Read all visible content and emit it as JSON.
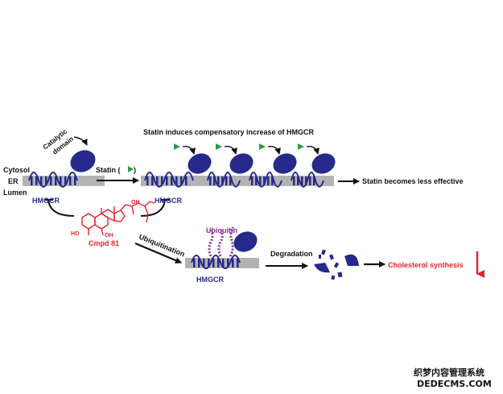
{
  "labels": {
    "cytosol": "Cytosol",
    "er": "ER",
    "lumen": "Lumen",
    "catalytic_domain_line1": "Catalytic",
    "catalytic_domain_line2": "domain",
    "statin_prefix": "Statin (",
    "statin_suffix": ")",
    "hmgcr_1": "HMGCR",
    "hmgcr_2": "HMGCR",
    "hmgcr_3": "HMGCR",
    "statin_induces": "Statin induces compensatory increase of HMGCR",
    "statin_less_effective": "Statin becomes less effective",
    "oh_1": "OH",
    "oh_2": "HO",
    "oh_3": "OH",
    "cmpd": "Cmpd 81",
    "ubiquitination": "Ubiquitination",
    "ubiquitin": "Ubiquitin",
    "degradation": "Degradation",
    "cholesterol_synthesis": "Cholesterol synthesis"
  },
  "watermark": {
    "line1": "织梦内容管理系统",
    "line2": "DEDECMS.COM"
  },
  "colors": {
    "membrane": "#b3b3b3",
    "protein": "#262a8c",
    "statin": "#2e9a48",
    "compound": "#e0262b",
    "ubiquitin": "#8a2f9c",
    "text": "#111111"
  }
}
